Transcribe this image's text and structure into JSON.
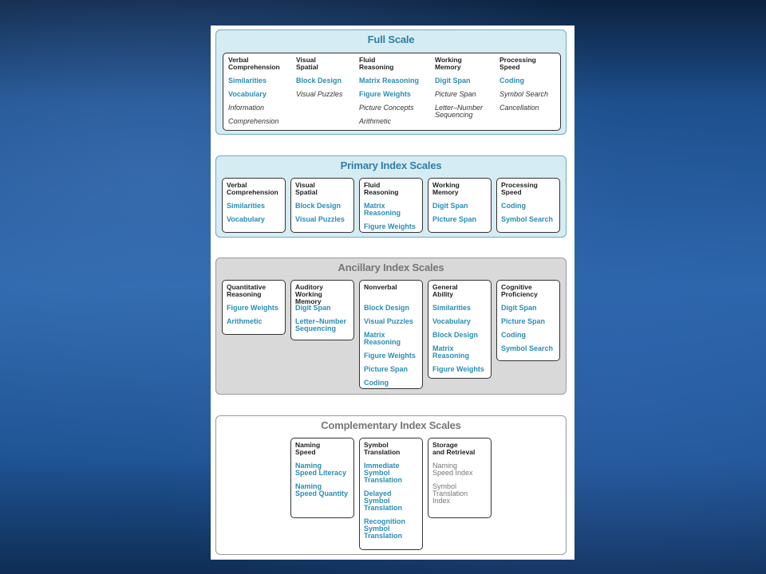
{
  "full_scale": {
    "title": "Full Scale",
    "columns": [
      {
        "header": "Verbal\nComprehension",
        "core": [
          "Similarities",
          "Vocabulary"
        ],
        "supplemental": [
          "Information",
          "Comprehension"
        ]
      },
      {
        "header": "Visual\nSpatial",
        "core": [
          "Block Design"
        ],
        "supplemental": [
          "Visual Puzzles"
        ]
      },
      {
        "header": "Fluid\nReasoning",
        "core": [
          "Matrix Reasoning",
          "Figure Weights"
        ],
        "supplemental": [
          "Picture Concepts",
          "Arithmetic"
        ]
      },
      {
        "header": "Working\nMemory",
        "core": [
          "Digit Span"
        ],
        "supplemental": [
          "Picture Span",
          "Letter–Number\nSequencing"
        ]
      },
      {
        "header": "Processing\nSpeed",
        "core": [
          "Coding"
        ],
        "supplemental": [
          "Symbol Search",
          "Cancellation"
        ]
      }
    ]
  },
  "primary_index": {
    "title": "Primary Index Scales",
    "boxes": [
      {
        "header": "Verbal\nComprehension",
        "items": [
          "Similarities",
          "Vocabulary"
        ]
      },
      {
        "header": "Visual\nSpatial",
        "items": [
          "Block Design",
          "Visual Puzzles"
        ]
      },
      {
        "header": "Fluid\nReasoning",
        "items": [
          "Matrix Reasoning",
          "Figure Weights"
        ]
      },
      {
        "header": "Working\nMemory",
        "items": [
          "Digit Span",
          "Picture Span"
        ]
      },
      {
        "header": "Processing\nSpeed",
        "items": [
          "Coding",
          "Symbol Search"
        ]
      }
    ]
  },
  "ancillary_index": {
    "title": "Ancillary Index Scales",
    "boxes": [
      {
        "header": "Quantitative\nReasoning",
        "items": [
          "Figure Weights",
          "Arithmetic"
        ]
      },
      {
        "header": "Auditory\nWorking Memory",
        "items": [
          "Digit Span",
          "Letter–Number\nSequencing"
        ]
      },
      {
        "header": "Nonverbal",
        "items": [
          "Block Design",
          "Visual Puzzles",
          "Matrix Reasoning",
          "Figure Weights",
          "Picture Span",
          "Coding"
        ]
      },
      {
        "header": "General\nAbility",
        "items": [
          "Similarities",
          "Vocabulary",
          "Block Design",
          "Matrix Reasoning",
          "Figure Weights"
        ]
      },
      {
        "header": "Cognitive\nProficiency",
        "items": [
          "Digit Span",
          "Picture Span",
          "Coding",
          "Symbol Search"
        ]
      }
    ]
  },
  "complementary_index": {
    "title": "Complementary Index Scales",
    "boxes": [
      {
        "header": "Naming\nSpeed",
        "items": [
          "Naming\nSpeed Literacy",
          "Naming\nSpeed Quantity"
        ]
      },
      {
        "header": "Symbol\nTranslation",
        "items": [
          "Immediate\nSymbol\nTranslation",
          "Delayed\nSymbol\nTranslation",
          "Recognition\nSymbol\nTranslation"
        ]
      },
      {
        "header": "Storage\nand Retrieval",
        "items": [
          "Naming\nSpeed Index",
          "Symbol\nTranslation\nIndex"
        ]
      }
    ]
  }
}
